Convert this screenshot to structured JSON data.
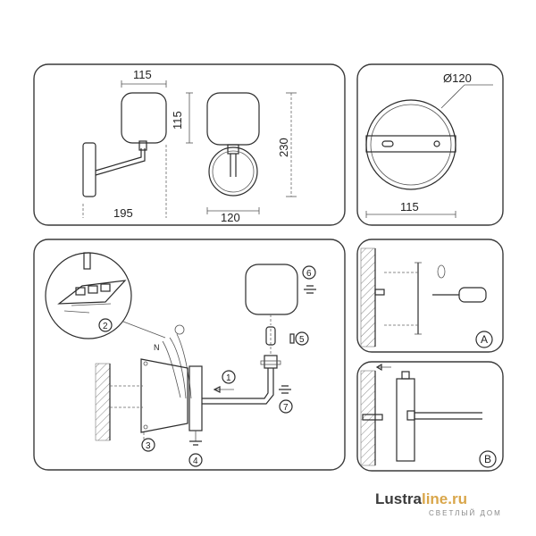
{
  "dimensions": {
    "shade_width": "115",
    "shade_height": "115",
    "total_height": "230",
    "projection": "195",
    "ring_width": "120",
    "plate_diameter": "Ø120",
    "plate_width": "115"
  },
  "steps": {
    "s1": "1",
    "s2": "2",
    "s3": "3",
    "s4": "4",
    "s5": "5",
    "s6": "6",
    "s7": "7"
  },
  "panel_letters": {
    "a": "A",
    "b": "B"
  },
  "watermark": {
    "brand_part1": "Lustra",
    "brand_part2": "line.ru",
    "tagline": "СВЕТЛЫЙ ДОМ"
  },
  "colors": {
    "line": "#2c2c2c",
    "accent": "#d9a64a"
  }
}
